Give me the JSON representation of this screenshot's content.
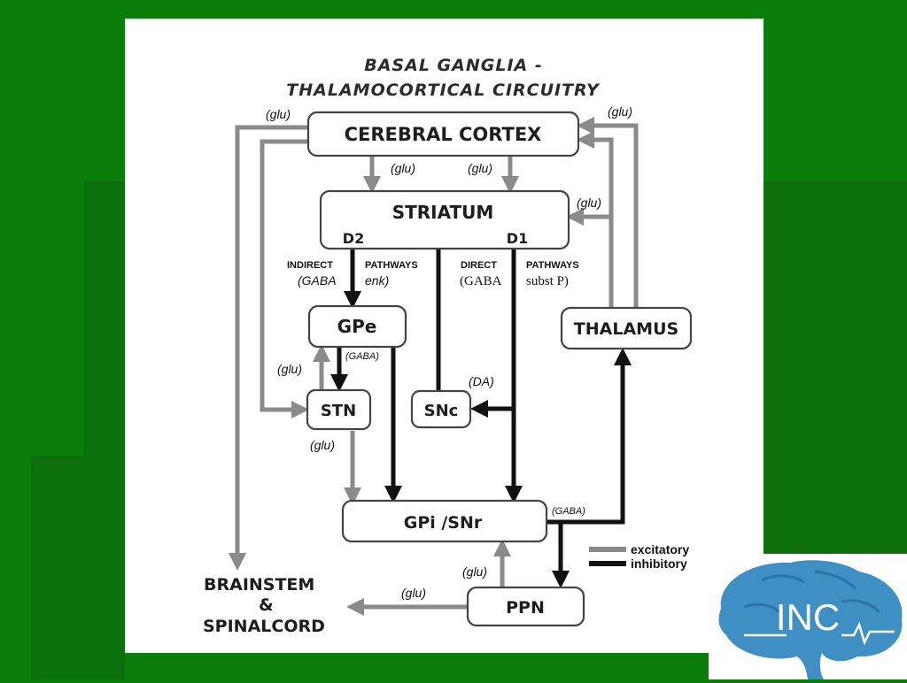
{
  "title": {
    "line1": "BASAL GANGLIA -",
    "line2": "THALAMOCORTICAL CIRCUITRY"
  },
  "nodes": {
    "cortex": "CEREBRAL CORTEX",
    "striatum": "STRIATUM",
    "d2": "D2",
    "d1": "D1",
    "gpe": "GPe",
    "stn": "STN",
    "snc": "SNc",
    "thalamus": "THALAMUS",
    "gpi": "GPi /SNr",
    "ppn": "PPN",
    "brainstem_line1": "BRAINSTEM",
    "brainstem_line2": "&",
    "brainstem_line3": "SPINALCORD"
  },
  "labels": {
    "glu_cortex_left": "(glu)",
    "glu_cortex_right": "(glu)",
    "glu_cs_left": "(glu)",
    "glu_cs_right": "(glu)",
    "glu_thal_striatum": "(glu)",
    "indirect": "INDIRECT",
    "pathways_indirect": "PATHWAYS",
    "direct": "DIRECT",
    "pathways_direct": "PATHWAYS",
    "gaba_indirect": "(GABA",
    "enk": "enk)",
    "gaba_direct": "(GABA",
    "substp": "subst P)",
    "gaba_gpe": "(GABA)",
    "glu_stn_gpe": "(glu)",
    "da": "(DA)",
    "glu_stn_out": "(glu)",
    "gaba_gpi": "(GABA)",
    "glu_ppn_up": "(glu)",
    "glu_ppn_left": "(glu)"
  },
  "legend": {
    "excitatory": "excitatory",
    "inhibitory": "inhibitory",
    "excitatory_color": "#8a8a8a",
    "inhibitory_color": "#111111"
  },
  "logo": {
    "text": "INC",
    "color": "#3f8fc4"
  },
  "colors": {
    "background": "#0a7d0a",
    "card": "#ffffff"
  }
}
